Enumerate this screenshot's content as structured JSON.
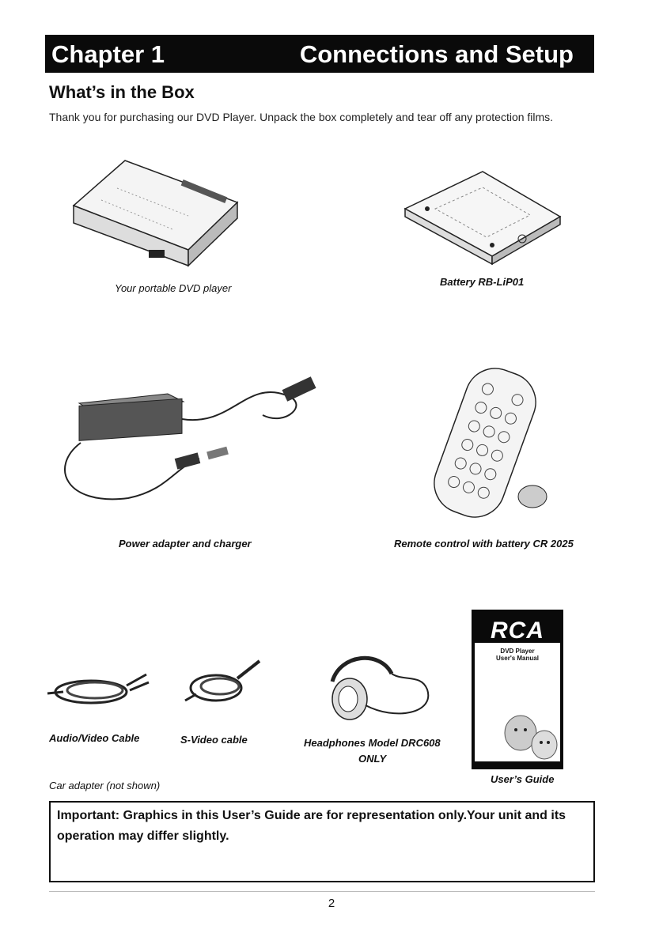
{
  "header": {
    "chapter": "Chapter 1",
    "title": "Connections and Setup"
  },
  "section_title": "What’s in the Box",
  "intro": "Thank you for purchasing our DVD Player. Unpack the box completely and tear off any protection films.",
  "items": {
    "player": "Your portable DVD player",
    "battery": "Battery RB-LiP01",
    "adapter": "Power adapter and charger",
    "remote": "Remote control with battery CR 2025",
    "av_cable": "Audio/Video Cable",
    "svideo": "S-Video cable",
    "headphones": "Headphones Model DRC608",
    "headphones_only": "ONLY",
    "car_adapter": "Car adapter (not shown)",
    "guide": "User’s Guide"
  },
  "manual": {
    "logo": "RCA",
    "line1": "DVD Player",
    "line2": "User's Manual"
  },
  "note": "Important: Graphics in this User’s Guide are for representation only.Your unit and its operation may differ slightly.",
  "page_number": "2"
}
